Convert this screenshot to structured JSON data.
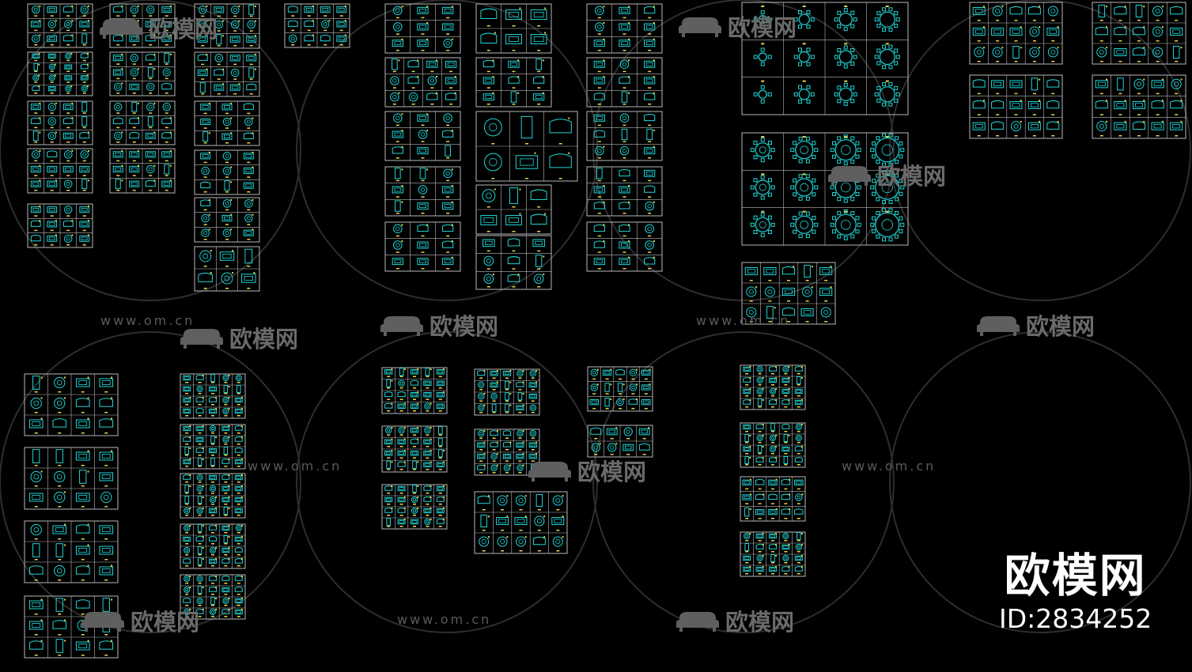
{
  "brand": {
    "name": "欧模网",
    "id_text": "ID:2834252"
  },
  "watermark": {
    "url_text": "www.om.cn",
    "logo_text": "欧模网"
  },
  "colors": {
    "background": "#000000",
    "sheet_line": "#b8b8b8",
    "symbol_cyan": "#1fd6d6",
    "symbol_yellow": "#e8d44a",
    "watermark": "#5a5a5a",
    "brand_text": "#ffffff"
  }
}
